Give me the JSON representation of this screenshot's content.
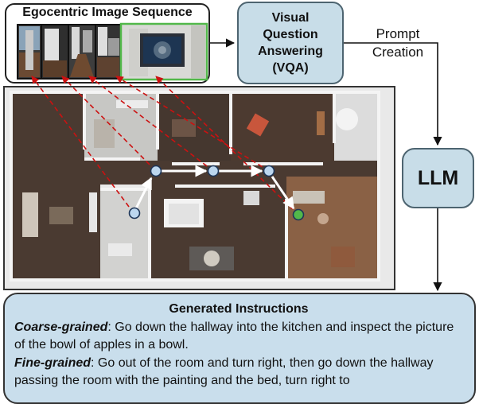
{
  "ego": {
    "title": "Egocentric Image Sequence"
  },
  "vqa": {
    "label": "Visual\nQuestion\nAnswering\n(VQA)"
  },
  "prompt": {
    "label": "Prompt\nCreation"
  },
  "llm": {
    "label": "LLM"
  },
  "instructions": {
    "title": "Generated Instructions",
    "coarse_label": "Coarse-grained",
    "coarse_text": ": Go down the hallway into the kitchen and inspect the picture of the bowl of apples in a bowl.",
    "fine_label": "Fine-grained",
    "fine_text": ": Go out of the room and turn right, then go down the hallway passing the room with the painting and the bed, turn right to"
  },
  "colors": {
    "box_fill": "#c8dde8",
    "instructions_fill": "#c9deec",
    "node_fill": "#bcd6ee",
    "goal_node": "#52b84a",
    "trace_line": "#cc1111",
    "path_arrow": "#ffffff"
  }
}
